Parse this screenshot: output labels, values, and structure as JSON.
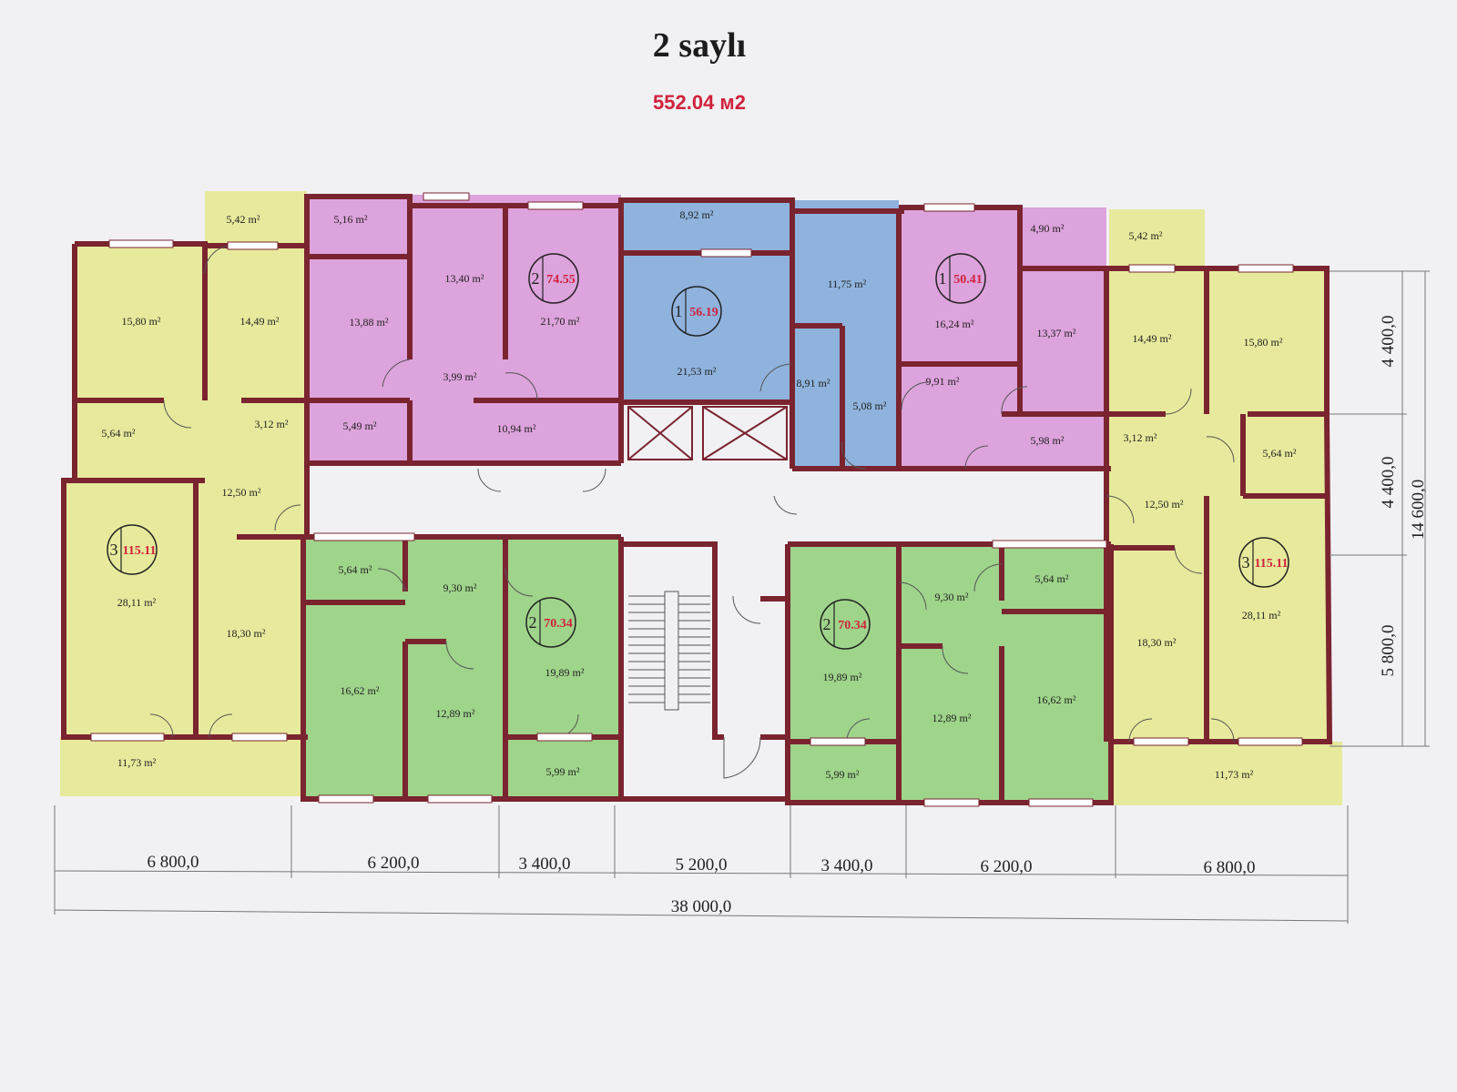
{
  "title": "2 saylı",
  "total_area": "552.04 м2",
  "colors": {
    "yellow": "#e7ea9c",
    "pink": "#dda3dc",
    "blue": "#8fb3dd",
    "green": "#9fd48b",
    "wall": "#7a2430",
    "unit_area_text": "#d0223c"
  },
  "rooms": [
    "5,42 m²",
    "5,16 m²",
    "13,40 m²",
    "8,92 m²",
    "4,90 m²",
    "5,42 m²",
    "15,80 m²",
    "14,49 m²",
    "13,88 m²",
    "21,70 m²",
    "21,53 m²",
    "11,75 m²",
    "16,24 m²",
    "13,37 m²",
    "14,49 m²",
    "15,80 m²",
    "3,99 m²",
    "8,91 m²",
    "5,08 m²",
    "9,91 m²",
    "5,64 m²",
    "3,12 m²",
    "5,49 m²",
    "10,94 m²",
    "5,98 m²",
    "3,12 m²",
    "5,64 m²",
    "12,50 m²",
    "12,50 m²",
    "5,64 m²",
    "9,30 m²",
    "9,30 m²",
    "5,64 m²",
    "28,11 m²",
    "18,30 m²",
    "16,62 m²",
    "12,89 m²",
    "19,89 m²",
    "19,89 m²",
    "12,89 m²",
    "16,62 m²",
    "18,30 m²",
    "28,11 m²",
    "11,73 m²",
    "5,99 m²",
    "5,99 m²",
    "11,73 m²"
  ],
  "units": [
    {
      "rooms": "2",
      "area": "74.55"
    },
    {
      "rooms": "1",
      "area": "56.19"
    },
    {
      "rooms": "1",
      "area": "50.41"
    },
    {
      "rooms": "3",
      "area": "115.11"
    },
    {
      "rooms": "2",
      "area": "70.34"
    },
    {
      "rooms": "2",
      "area": "70.34"
    },
    {
      "rooms": "3",
      "area": "115.11"
    }
  ],
  "dimensions": {
    "bottom": [
      "6 800,0",
      "6 200,0",
      "3 400,0",
      "5 200,0",
      "3 400,0",
      "6 200,0",
      "6 800,0"
    ],
    "total": "38 000,0",
    "right": [
      "4 400,0",
      "4 400,0",
      "5 800,0"
    ],
    "right_total": "14 600,0"
  }
}
